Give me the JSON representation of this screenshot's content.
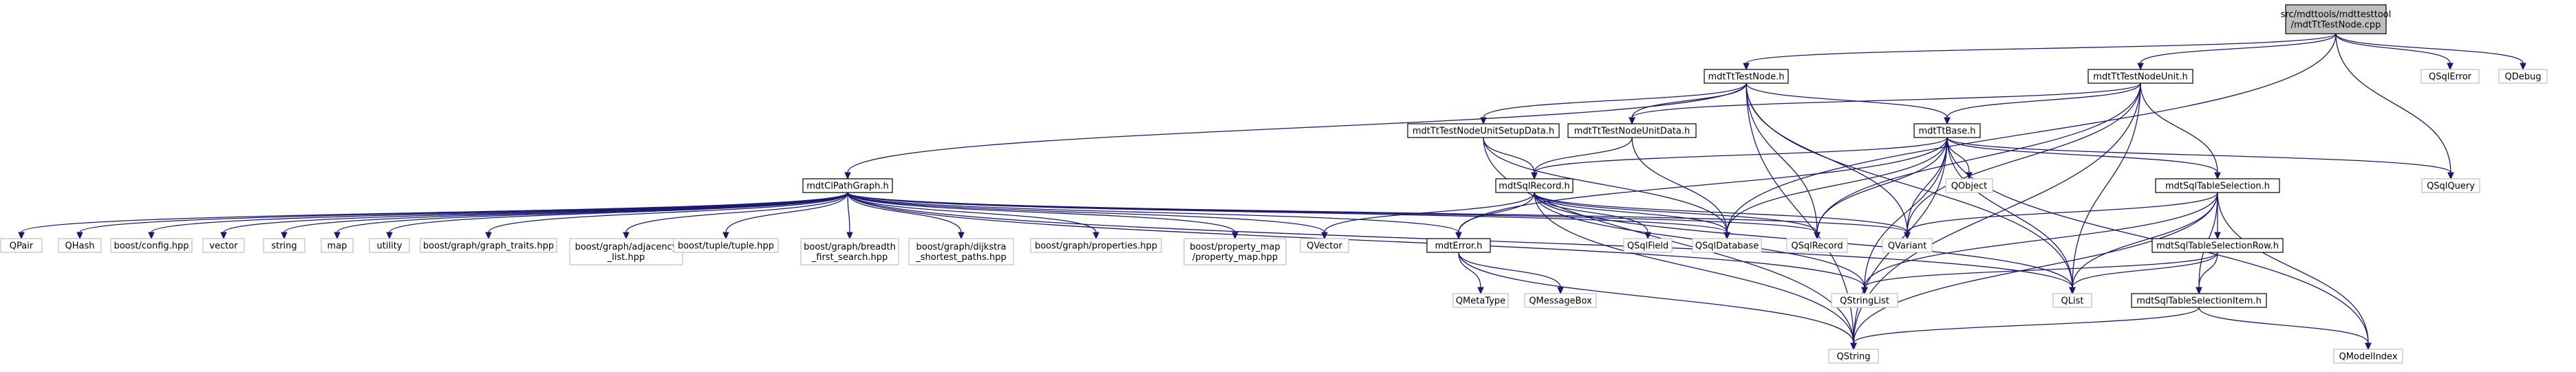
{
  "nodes": [
    {
      "id": "root",
      "lines": [
        "src/mdttools/mdttesttool",
        "/mdtTtTestNode.cpp"
      ],
      "kind": "root"
    },
    {
      "id": "n_testnode_h",
      "lines": [
        "mdtTtTestNode.h"
      ],
      "kind": "normal"
    },
    {
      "id": "n_testnodeunit_h",
      "lines": [
        "mdtTtTestNodeUnit.h"
      ],
      "kind": "normal"
    },
    {
      "id": "n_qsqlerror",
      "lines": [
        "QSqlError"
      ],
      "kind": "ghost"
    },
    {
      "id": "n_qdebug",
      "lines": [
        "QDebug"
      ],
      "kind": "ghost"
    },
    {
      "id": "n_setupdata_h",
      "lines": [
        "mdtTtTestNodeUnitSetupData.h"
      ],
      "kind": "normal"
    },
    {
      "id": "n_unitdata_h",
      "lines": [
        "mdtTtTestNodeUnitData.h"
      ],
      "kind": "normal"
    },
    {
      "id": "n_ttbase_h",
      "lines": [
        "mdtTtBase.h"
      ],
      "kind": "normal"
    },
    {
      "id": "n_pathgraph_h",
      "lines": [
        "mdtClPathGraph.h"
      ],
      "kind": "normal"
    },
    {
      "id": "n_sqlrecord_h",
      "lines": [
        "mdtSqlRecord.h"
      ],
      "kind": "normal"
    },
    {
      "id": "n_qobject",
      "lines": [
        "QObject"
      ],
      "kind": "ghost"
    },
    {
      "id": "n_tablesel_h",
      "lines": [
        "mdtSqlTableSelection.h"
      ],
      "kind": "normal"
    },
    {
      "id": "n_qsqlquery",
      "lines": [
        "QSqlQuery"
      ],
      "kind": "ghost"
    },
    {
      "id": "n_qpair",
      "lines": [
        "QPair"
      ],
      "kind": "ghost"
    },
    {
      "id": "n_qhash",
      "lines": [
        "QHash"
      ],
      "kind": "ghost"
    },
    {
      "id": "n_boost_config",
      "lines": [
        "boost/config.hpp"
      ],
      "kind": "ghost"
    },
    {
      "id": "n_vector",
      "lines": [
        "vector"
      ],
      "kind": "ghost"
    },
    {
      "id": "n_string",
      "lines": [
        "string"
      ],
      "kind": "ghost"
    },
    {
      "id": "n_map",
      "lines": [
        "map"
      ],
      "kind": "ghost"
    },
    {
      "id": "n_utility",
      "lines": [
        "utility"
      ],
      "kind": "ghost"
    },
    {
      "id": "n_graph_traits",
      "lines": [
        "boost/graph/graph_traits.hpp"
      ],
      "kind": "ghost"
    },
    {
      "id": "n_adjacency",
      "lines": [
        "boost/graph/adjacency",
        "_list.hpp"
      ],
      "kind": "ghost"
    },
    {
      "id": "n_tuple",
      "lines": [
        "boost/tuple/tuple.hpp"
      ],
      "kind": "ghost"
    },
    {
      "id": "n_bfs",
      "lines": [
        "boost/graph/breadth",
        "_first_search.hpp"
      ],
      "kind": "ghost"
    },
    {
      "id": "n_dijkstra",
      "lines": [
        "boost/graph/dijkstra",
        "_shortest_paths.hpp"
      ],
      "kind": "ghost"
    },
    {
      "id": "n_properties",
      "lines": [
        "boost/graph/properties.hpp"
      ],
      "kind": "ghost"
    },
    {
      "id": "n_propmap",
      "lines": [
        "boost/property_map",
        "/property_map.hpp"
      ],
      "kind": "ghost"
    },
    {
      "id": "n_qvector",
      "lines": [
        "QVector"
      ],
      "kind": "ghost"
    },
    {
      "id": "n_error_h",
      "lines": [
        "mdtError.h"
      ],
      "kind": "normal"
    },
    {
      "id": "n_qsqlfield",
      "lines": [
        "QSqlField"
      ],
      "kind": "ghost"
    },
    {
      "id": "n_qsqldatabase",
      "lines": [
        "QSqlDatabase"
      ],
      "kind": "ghost"
    },
    {
      "id": "n_qsqlrecord",
      "lines": [
        "QSqlRecord"
      ],
      "kind": "ghost"
    },
    {
      "id": "n_qvariant",
      "lines": [
        "QVariant"
      ],
      "kind": "ghost"
    },
    {
      "id": "n_tableselrow_h",
      "lines": [
        "mdtSqlTableSelectionRow.h"
      ],
      "kind": "normal"
    },
    {
      "id": "n_qmetatype",
      "lines": [
        "QMetaType"
      ],
      "kind": "ghost"
    },
    {
      "id": "n_qmessagebox",
      "lines": [
        "QMessageBox"
      ],
      "kind": "ghost"
    },
    {
      "id": "n_qstringlist",
      "lines": [
        "QStringList"
      ],
      "kind": "ghost"
    },
    {
      "id": "n_qlist",
      "lines": [
        "QList"
      ],
      "kind": "ghost"
    },
    {
      "id": "n_tableselitem_h",
      "lines": [
        "mdtSqlTableSelectionItem.h"
      ],
      "kind": "normal"
    },
    {
      "id": "n_qstring",
      "lines": [
        "QString"
      ],
      "kind": "ghost"
    },
    {
      "id": "n_qmodelindex",
      "lines": [
        "QModelIndex"
      ],
      "kind": "ghost"
    }
  ],
  "edges": [
    [
      "root",
      "n_testnode_h"
    ],
    [
      "root",
      "n_testnodeunit_h"
    ],
    [
      "root",
      "n_qsqlerror"
    ],
    [
      "root",
      "n_qdebug"
    ],
    [
      "root",
      "n_qsqldatabase"
    ],
    [
      "root",
      "n_qsqlquery"
    ],
    [
      "n_testnode_h",
      "n_setupdata_h"
    ],
    [
      "n_testnode_h",
      "n_unitdata_h"
    ],
    [
      "n_testnode_h",
      "n_ttbase_h"
    ],
    [
      "n_testnode_h",
      "n_pathgraph_h"
    ],
    [
      "n_testnode_h",
      "n_qstring"
    ],
    [
      "n_testnode_h",
      "n_qvariant"
    ],
    [
      "n_testnode_h",
      "n_qsqlrecord"
    ],
    [
      "n_testnode_h",
      "n_qlist"
    ],
    [
      "n_testnodeunit_h",
      "n_unitdata_h"
    ],
    [
      "n_testnodeunit_h",
      "n_ttbase_h"
    ],
    [
      "n_testnodeunit_h",
      "n_tablesel_h"
    ],
    [
      "n_testnodeunit_h",
      "n_qvariant"
    ],
    [
      "n_testnodeunit_h",
      "n_qlist"
    ],
    [
      "n_testnodeunit_h",
      "n_qstring"
    ],
    [
      "n_testnodeunit_h",
      "n_qsqlrecord"
    ],
    [
      "n_setupdata_h",
      "n_sqlrecord_h"
    ],
    [
      "n_setupdata_h",
      "n_qsqldatabase"
    ],
    [
      "n_setupdata_h",
      "n_qstring"
    ],
    [
      "n_unitdata_h",
      "n_sqlrecord_h"
    ],
    [
      "n_unitdata_h",
      "n_qsqldatabase"
    ],
    [
      "n_ttbase_h",
      "n_sqlrecord_h"
    ],
    [
      "n_ttbase_h",
      "n_qobject"
    ],
    [
      "n_ttbase_h",
      "n_tablesel_h"
    ],
    [
      "n_ttbase_h",
      "n_qsqlquery"
    ],
    [
      "n_ttbase_h",
      "n_error_h"
    ],
    [
      "n_ttbase_h",
      "n_qsqldatabase"
    ],
    [
      "n_ttbase_h",
      "n_qsqlrecord"
    ],
    [
      "n_ttbase_h",
      "n_qvariant"
    ],
    [
      "n_ttbase_h",
      "n_qstringlist"
    ],
    [
      "n_ttbase_h",
      "n_qlist"
    ],
    [
      "n_ttbase_h",
      "n_qstring"
    ],
    [
      "n_ttbase_h",
      "n_qmodelindex"
    ],
    [
      "n_pathgraph_h",
      "n_qpair"
    ],
    [
      "n_pathgraph_h",
      "n_qhash"
    ],
    [
      "n_pathgraph_h",
      "n_boost_config"
    ],
    [
      "n_pathgraph_h",
      "n_vector"
    ],
    [
      "n_pathgraph_h",
      "n_string"
    ],
    [
      "n_pathgraph_h",
      "n_map"
    ],
    [
      "n_pathgraph_h",
      "n_utility"
    ],
    [
      "n_pathgraph_h",
      "n_graph_traits"
    ],
    [
      "n_pathgraph_h",
      "n_adjacency"
    ],
    [
      "n_pathgraph_h",
      "n_tuple"
    ],
    [
      "n_pathgraph_h",
      "n_bfs"
    ],
    [
      "n_pathgraph_h",
      "n_dijkstra"
    ],
    [
      "n_pathgraph_h",
      "n_properties"
    ],
    [
      "n_pathgraph_h",
      "n_propmap"
    ],
    [
      "n_pathgraph_h",
      "n_qvector"
    ],
    [
      "n_pathgraph_h",
      "n_error_h"
    ],
    [
      "n_pathgraph_h",
      "n_qsqldatabase"
    ],
    [
      "n_pathgraph_h",
      "n_qsqlrecord"
    ],
    [
      "n_pathgraph_h",
      "n_qvariant"
    ],
    [
      "n_pathgraph_h",
      "n_qstringlist"
    ],
    [
      "n_pathgraph_h",
      "n_qlist"
    ],
    [
      "n_sqlrecord_h",
      "n_qvector"
    ],
    [
      "n_sqlrecord_h",
      "n_error_h"
    ],
    [
      "n_sqlrecord_h",
      "n_qsqlfield"
    ],
    [
      "n_sqlrecord_h",
      "n_qsqldatabase"
    ],
    [
      "n_sqlrecord_h",
      "n_qsqlrecord"
    ],
    [
      "n_sqlrecord_h",
      "n_qvariant"
    ],
    [
      "n_sqlrecord_h",
      "n_qstringlist"
    ],
    [
      "n_sqlrecord_h",
      "n_qlist"
    ],
    [
      "n_sqlrecord_h",
      "n_qstring"
    ],
    [
      "n_error_h",
      "n_qmetatype"
    ],
    [
      "n_error_h",
      "n_qmessagebox"
    ],
    [
      "n_error_h",
      "n_qstring"
    ],
    [
      "n_tablesel_h",
      "n_tableselrow_h"
    ],
    [
      "n_tablesel_h",
      "n_tableselitem_h"
    ],
    [
      "n_tablesel_h",
      "n_qvariant"
    ],
    [
      "n_tablesel_h",
      "n_qstringlist"
    ],
    [
      "n_tablesel_h",
      "n_qlist"
    ],
    [
      "n_tablesel_h",
      "n_qstring"
    ],
    [
      "n_tablesel_h",
      "n_qmodelindex"
    ],
    [
      "n_tableselrow_h",
      "n_tableselitem_h"
    ],
    [
      "n_tableselrow_h",
      "n_qstringlist"
    ],
    [
      "n_tableselrow_h",
      "n_qlist"
    ],
    [
      "n_tableselitem_h",
      "n_qstring"
    ],
    [
      "n_tableselitem_h",
      "n_qmodelindex"
    ]
  ]
}
